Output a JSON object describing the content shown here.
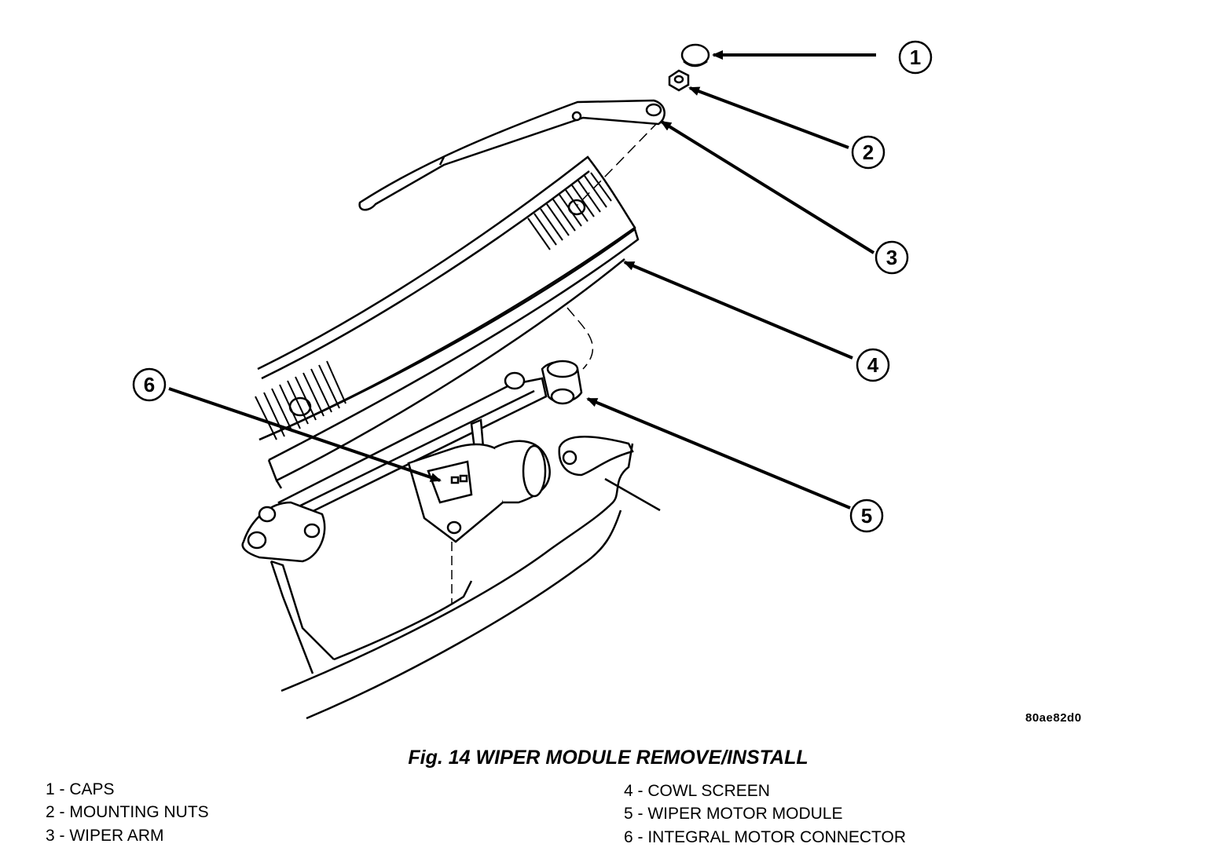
{
  "figure": {
    "code": "80ae82d0",
    "caption": "Fig. 14 WIPER MODULE REMOVE/INSTALL",
    "callouts": [
      "1",
      "2",
      "3",
      "4",
      "5",
      "6"
    ]
  },
  "legend": {
    "items": [
      "1 - CAPS",
      "2 - MOUNTING NUTS",
      "3 - WIPER ARM",
      "4 - COWL SCREEN",
      "5 - WIPER MOTOR MODULE",
      "6 - INTEGRAL MOTOR CONNECTOR"
    ]
  }
}
